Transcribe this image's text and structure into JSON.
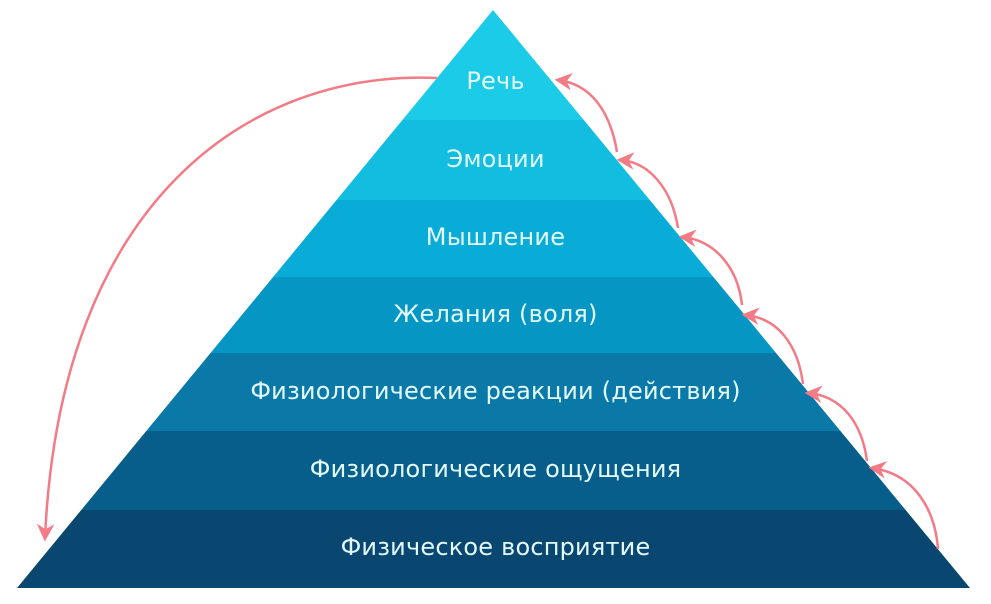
{
  "diagram": {
    "type": "pyramid",
    "levels": [
      {
        "label": "Речь",
        "color": "#1ccbe8"
      },
      {
        "label": "Эмоции",
        "color": "#12bde0"
      },
      {
        "label": "Мышление",
        "color": "#09acd6"
      },
      {
        "label": "Желания (воля)",
        "color": "#0696c4"
      },
      {
        "label": "Физиологические реакции (действия)",
        "color": "#0a79a8"
      },
      {
        "label": "Физиологические ощущения",
        "color": "#085e8a"
      },
      {
        "label": "Физическое восприятие",
        "color": "#094670"
      }
    ],
    "arrow_color": "#f27b86",
    "text_color": "#e3fbff"
  }
}
